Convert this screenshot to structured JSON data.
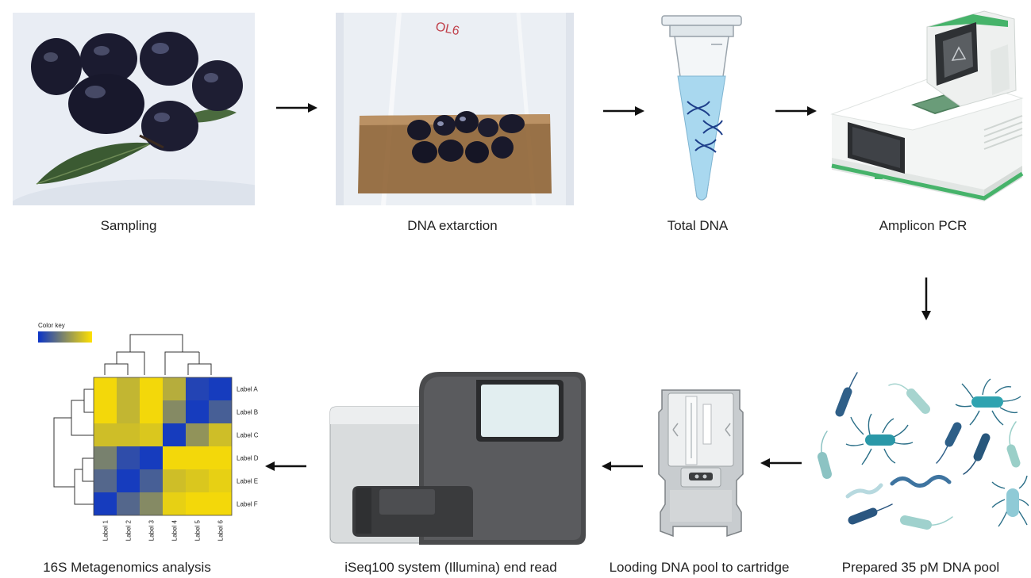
{
  "steps": {
    "sampling": "Sampling",
    "extraction": "DNA extarction",
    "total_dna": "Total DNA",
    "pcr": "Amplicon PCR",
    "pool": "Prepared 35 pM DNA pool",
    "cartridge": "Looding DNA pool to cartridge",
    "sequencer": "iSeq100 system (Illumina) end read",
    "analysis": "16S Metagenomics analysis"
  },
  "heatmap": {
    "color_key": "Color key",
    "row_labels": [
      "Label A",
      "Label B",
      "Label C",
      "Label D",
      "Label E",
      "Label F"
    ],
    "col_labels": [
      "Label 1",
      "Label 2",
      "Label 3",
      "Label 4",
      "Label 5",
      "Label 6"
    ],
    "cells": [
      [
        0.95,
        0.75,
        0.95,
        0.7,
        0.1,
        0.05
      ],
      [
        0.95,
        0.75,
        0.95,
        0.5,
        0.05,
        0.25
      ],
      [
        0.8,
        0.8,
        0.85,
        0.05,
        0.55,
        0.8
      ],
      [
        0.45,
        0.15,
        0.05,
        0.95,
        0.95,
        0.95
      ],
      [
        0.3,
        0.05,
        0.25,
        0.8,
        0.85,
        0.9
      ],
      [
        0.05,
        0.3,
        0.5,
        0.9,
        0.95,
        0.95
      ]
    ],
    "colors": {
      "low": "#0a33c8",
      "high": "#ffe100"
    }
  }
}
